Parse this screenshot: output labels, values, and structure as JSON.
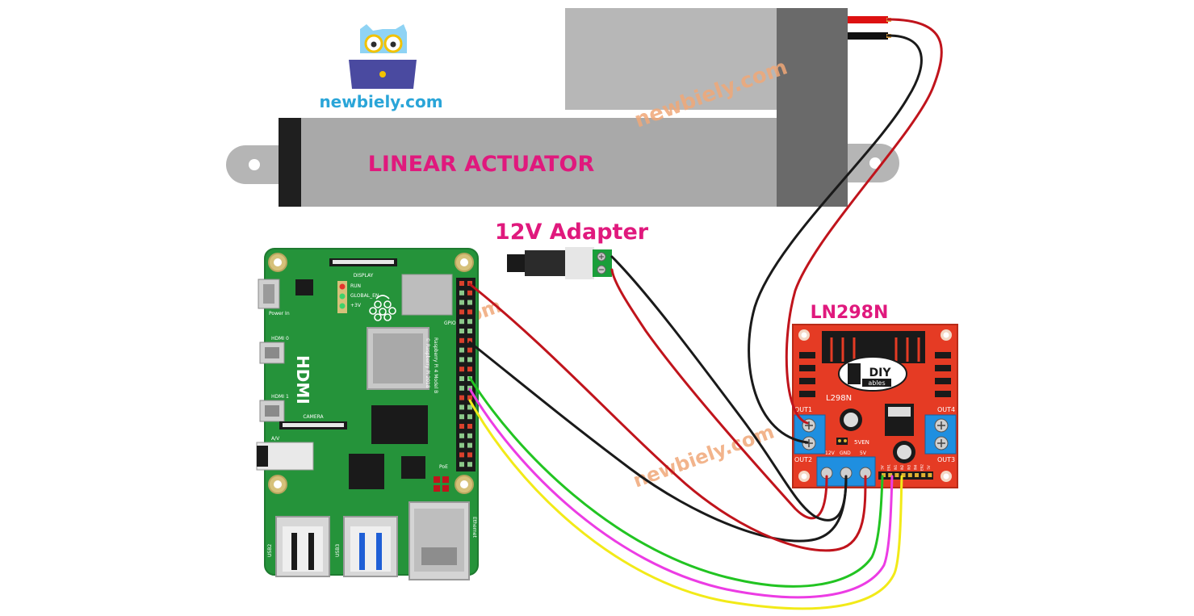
{
  "logo": {
    "icon": "owl-laptop-logo",
    "text": "newbiely.com"
  },
  "watermarks": [
    "newbiely.com",
    "newbiely.com",
    "newbiely.com"
  ],
  "actuator": {
    "label": "LINEAR ACTUATOR"
  },
  "adapter": {
    "label": "12V Adapter"
  },
  "driver": {
    "title": "LN298N",
    "chip_label": "L298N",
    "brand": "DIY",
    "brand_sub": "ables",
    "out1": "OUT1",
    "out2": "OUT2",
    "out3": "OUT3",
    "out4": "OUT4",
    "pwr_labels": [
      "12V",
      "GND",
      "5V"
    ],
    "jumper_label": "5VEN",
    "pin_labels": [
      "5V",
      "EN1",
      "IN1",
      "IN2",
      "IN3",
      "IN4",
      "EN2",
      "5V"
    ]
  },
  "pi": {
    "silk_model": "Raspberry Pi 4 Model B",
    "silk_copy": "© Raspberry Pi 2018",
    "hdmi": "HDMI",
    "display": "DISPLAY",
    "camera": "CAMERA",
    "power_in": "Power In",
    "gpio": "GPIO",
    "poe": "PoE",
    "usb2": "USB2",
    "usb3": "USB3",
    "ethernet": "Ethernet",
    "hdmi0": "HDMI 0",
    "hdmi1": "HDMI 1",
    "av": "A/V",
    "led_labels": [
      "RUN",
      "GLOBAL_EN",
      "+3V"
    ]
  },
  "wire_colors": {
    "red": "#c0141c",
    "black": "#1a1a1a",
    "green": "#22c422",
    "magenta": "#ec3ce4",
    "yellow": "#f2ea18"
  }
}
